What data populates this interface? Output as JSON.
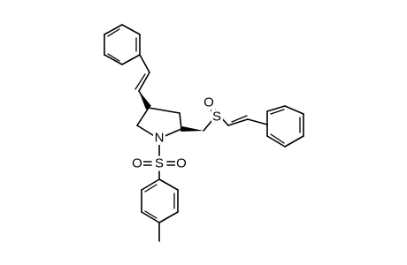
{
  "molecule": {
    "atoms": {
      "nitrogen": "N",
      "sulfur_sulfonyl": "S",
      "sulfur_sulfinyl": "S",
      "oxygen_sulfinyl": "O",
      "oxygen_sulfonyl_left": "O",
      "oxygen_sulfonyl_right": "O"
    }
  },
  "colors": {
    "bond": "#000000",
    "label": "#000000",
    "background": "#ffffff"
  }
}
